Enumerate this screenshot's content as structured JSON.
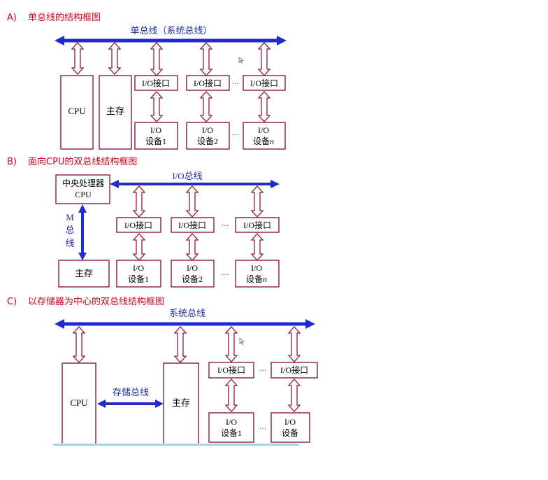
{
  "sections": {
    "a": {
      "letter": "A)",
      "title": "单总线的结构框图"
    },
    "b": {
      "letter": "B)",
      "title": "面向CPU的双总线结构框图"
    },
    "c": {
      "letter": "C)",
      "title": "以存储器为中心的双总线结构框图"
    }
  },
  "diagram_a": {
    "bus_label": "单总线（系统总线）",
    "cpu": "CPU",
    "memory": "主存",
    "io_interface": "I/O接口",
    "io_device_line1": "I/O",
    "io_device_1": "设备1",
    "io_device_2": "设备2",
    "io_device_n": "设备",
    "io_device_n_var": "n",
    "ellipsis": "···"
  },
  "diagram_b": {
    "bus_label": "I/O总线",
    "cpu_line1": "中央处理器",
    "cpu_line2": "CPU",
    "m_bus_1": "M",
    "m_bus_2": "总",
    "m_bus_3": "线",
    "memory": "主存",
    "io_interface": "I/O接口",
    "io_device_line1": "I/O",
    "io_device_1": "设备1",
    "io_device_2": "设备2",
    "io_device_n": "设备",
    "io_device_n_var": "n",
    "ellipsis": "···"
  },
  "diagram_c": {
    "bus_label": "系统总线",
    "cpu": "CPU",
    "memory": "主存",
    "storage_bus": "存储总线",
    "io_interface": "I/O接口",
    "io_device_line1": "I/O",
    "io_device_1": "设备1",
    "io_device": "设备",
    "ellipsis": "···"
  }
}
